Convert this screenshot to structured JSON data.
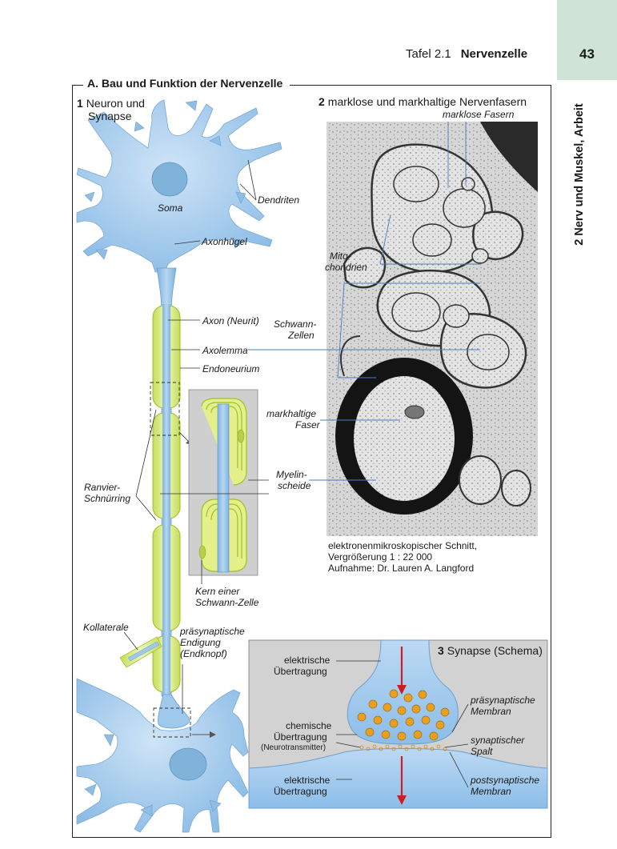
{
  "header": {
    "prefix": "Tafel 2.1",
    "title": "Nervenzelle"
  },
  "page_number": "43",
  "side_label": "2 Nerv und Muskel, Arbeit",
  "section": {
    "title": "A. Bau und Funktion der Nervenzelle"
  },
  "panel1": {
    "number": "1",
    "title_line1": "Neuron und",
    "title_line2": "Synapse",
    "labels": {
      "soma": "Soma",
      "dendriten": "Dendriten",
      "axonhuegel": "Axonhügel",
      "axon": "Axon (Neurit)",
      "axolemma": "Axolemma",
      "endoneurium": "Endoneurium",
      "ranvier_line1": "Ranvier-",
      "ranvier_line2": "Schnürring",
      "myelin_line1": "Myelin-",
      "myelin_line2": "scheide",
      "kern_line1": "Kern einer",
      "kern_line2": "Schwann-Zelle",
      "kollaterale": "Kollaterale",
      "endigung_line1": "präsynaptische",
      "endigung_line2": "Endigung",
      "endigung_line3": "(Endknopf)"
    }
  },
  "panel2": {
    "number": "2",
    "title": "marklose und markhaltige Nervenfasern",
    "labels": {
      "marklose": "marklose Fasern",
      "mito_line1": "Mito-",
      "mito_line2": "chondrien",
      "schwann_line1": "Schwann-",
      "schwann_line2": "Zellen",
      "markhaltige_line1": "markhaltige",
      "markhaltige_line2": "Faser"
    },
    "caption_line1": "elektronenmikroskopischer Schnitt,",
    "caption_line2": "Vergrößerung 1 : 22 000",
    "caption_line3": "Aufnahme: Dr. Lauren A. Langford"
  },
  "panel3": {
    "number": "3",
    "title": "Synapse (Schema)",
    "labels": {
      "elek1_line1": "elektrische",
      "elek1_line2": "Übertragung",
      "chem_line1": "chemische",
      "chem_line2": "Übertragung",
      "chem_line3": "(Neurotransmitter)",
      "elek2_line1": "elektrische",
      "elek2_line2": "Übertragung",
      "prae_line1": "präsynaptische",
      "prae_line2": "Membran",
      "spalt_line1": "synaptischer",
      "spalt_line2": "Spalt",
      "post_line1": "postsynaptische",
      "post_line2": "Membran"
    }
  },
  "colors": {
    "cell": "#9ec8ec",
    "cell_dark": "#6aa6d9",
    "nucleus": "#7fb3d9",
    "myelin": "#d7ea7a",
    "myelin_edge": "#9fbf2a",
    "page_tab": "#cfe3d7",
    "arrow": "#cc1f1f",
    "vesicle": "#e8a020"
  }
}
